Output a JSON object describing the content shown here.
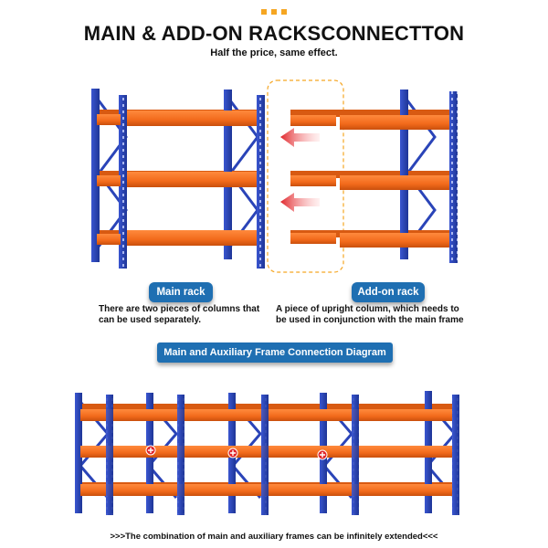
{
  "header": {
    "title": "MAIN & ADD-ON RACKSCONNECTTON",
    "subtitle": "Half the price, same effect."
  },
  "main_rack": {
    "label": "Main rack",
    "description": "There are two pieces of columns that can be used separately."
  },
  "addon_rack": {
    "label": "Add-on rack",
    "description": "A piece of upright column, which needs to be used in conjunction with the main frame"
  },
  "diagram_label": "Main and Auxiliary Frame Connection Diagram",
  "footer": ">>>The combination of main and auxiliary frames can be infinitely extended<<<",
  "colors": {
    "upright_blue": "#2a44b8",
    "beam_orange": "#f26a1b",
    "arrow_red": "#e0262b",
    "accent_blue": "#1f6fb2",
    "dot_yellow": "#f5a623"
  }
}
